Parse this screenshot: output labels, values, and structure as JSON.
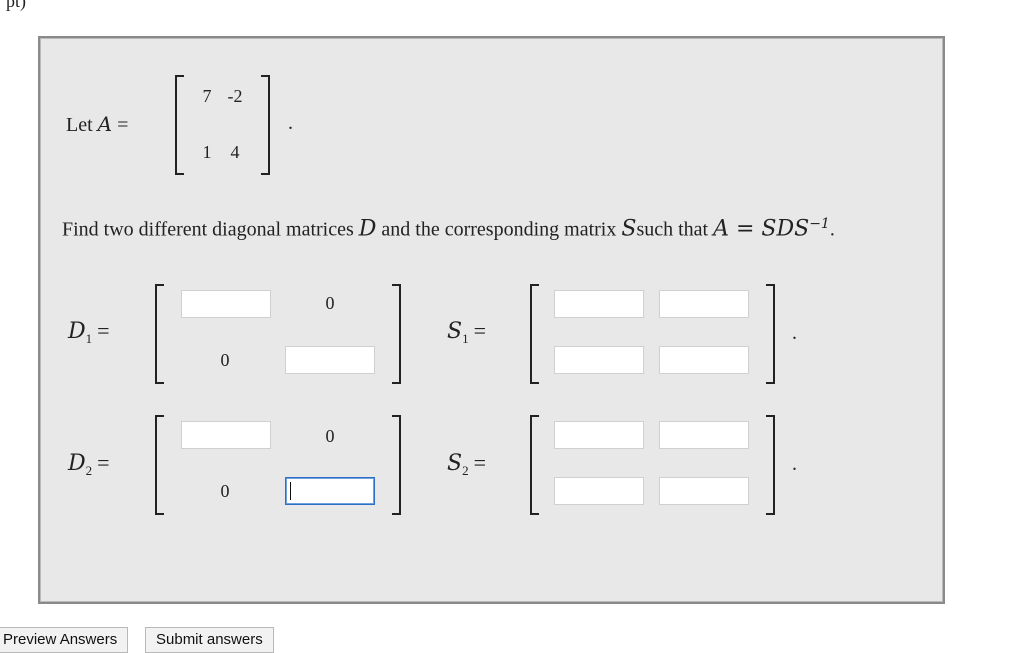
{
  "header": {
    "points_label": "pt)"
  },
  "problem": {
    "let_text": "Let",
    "var_A": "A",
    "equals": "=",
    "matrix_A": [
      [
        "7",
        "-2"
      ],
      [
        "1",
        "4"
      ]
    ],
    "period": ".",
    "instruction_prefix": "Find two different diagonal matrices",
    "var_D": "D",
    "instruction_mid": "and the corresponding matrix",
    "var_S": "S",
    "instruction_suffix": "such that",
    "equation": "A = SDS",
    "exponent": "−1",
    "end_period": "."
  },
  "d1": {
    "label_base": "D",
    "label_sub": "1",
    "off_diag_top": "0",
    "off_diag_bottom": "0",
    "inputs": [
      "",
      ""
    ]
  },
  "s1": {
    "label_base": "S",
    "label_sub": "1",
    "inputs": [
      "",
      "",
      "",
      ""
    ]
  },
  "d2": {
    "label_base": "D",
    "label_sub": "2",
    "off_diag_top": "0",
    "off_diag_bottom": "0",
    "inputs": [
      "",
      ""
    ]
  },
  "s2": {
    "label_base": "S",
    "label_sub": "2",
    "inputs": [
      "",
      "",
      "",
      ""
    ]
  },
  "buttons": {
    "preview": "Preview Answers",
    "submit": "Submit answers"
  }
}
